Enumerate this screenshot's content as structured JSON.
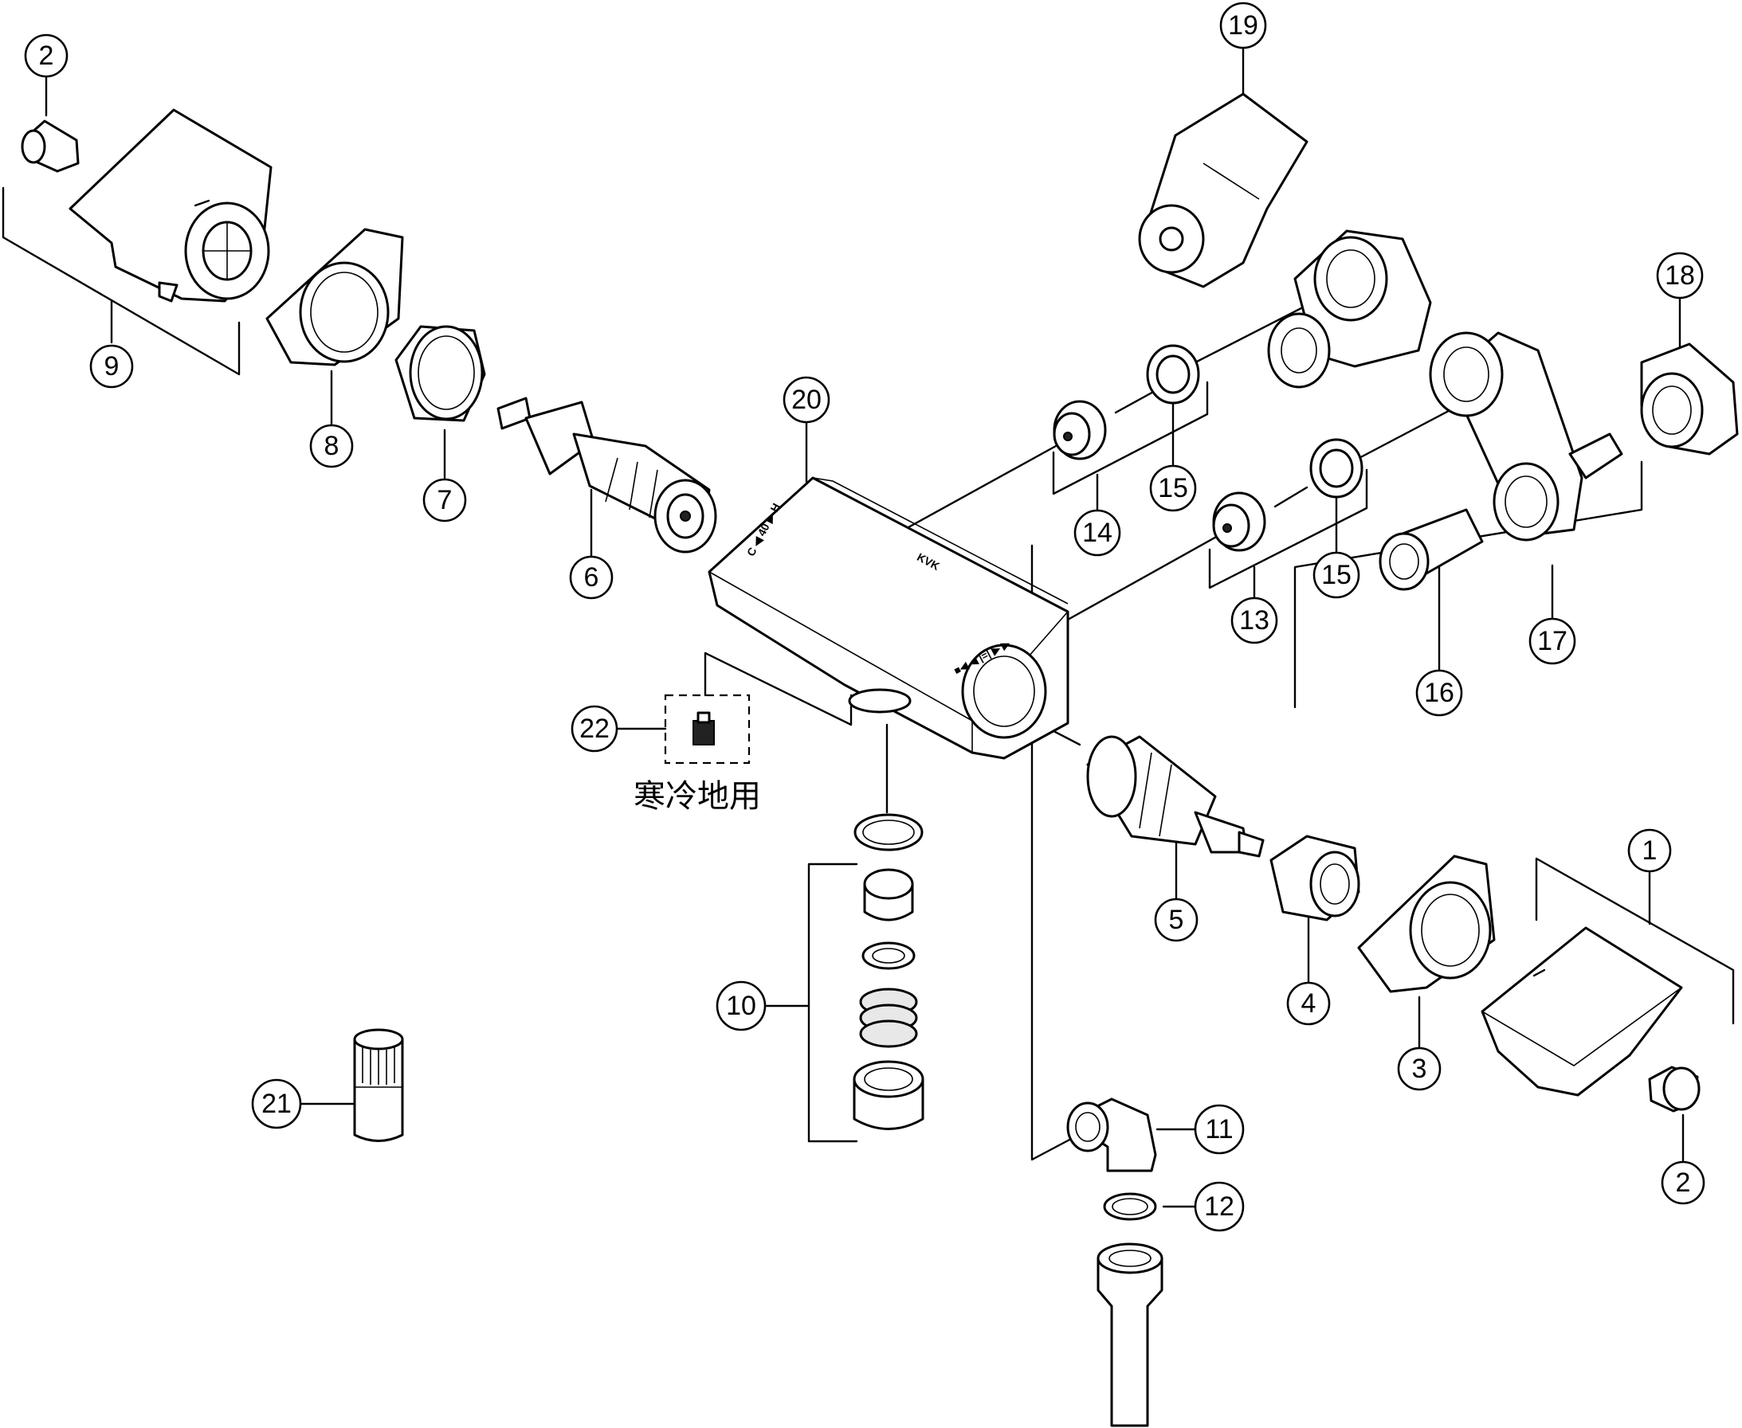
{
  "callouts": [
    {
      "id": "c2a",
      "label": "2"
    },
    {
      "id": "c9",
      "label": "9"
    },
    {
      "id": "c8",
      "label": "8"
    },
    {
      "id": "c7",
      "label": "7"
    },
    {
      "id": "c6",
      "label": "6"
    },
    {
      "id": "c20",
      "label": "20"
    },
    {
      "id": "c19",
      "label": "19"
    },
    {
      "id": "c18",
      "label": "18"
    },
    {
      "id": "c15a",
      "label": "15"
    },
    {
      "id": "c14",
      "label": "14"
    },
    {
      "id": "c15b",
      "label": "15"
    },
    {
      "id": "c13",
      "label": "13"
    },
    {
      "id": "c17",
      "label": "17"
    },
    {
      "id": "c16",
      "label": "16"
    },
    {
      "id": "c22",
      "label": "22"
    },
    {
      "id": "c5",
      "label": "5"
    },
    {
      "id": "c4",
      "label": "4"
    },
    {
      "id": "c3",
      "label": "3"
    },
    {
      "id": "c1",
      "label": "1"
    },
    {
      "id": "c2b",
      "label": "2"
    },
    {
      "id": "c10",
      "label": "10"
    },
    {
      "id": "c21",
      "label": "21"
    },
    {
      "id": "c11",
      "label": "11"
    },
    {
      "id": "c12",
      "label": "12"
    }
  ],
  "note": "寒冷地用",
  "body_markings": {
    "temp_scale": "C ◀ 40 ▶ H",
    "flow_scale": "■◀ ◀ |=| ▶ ▶",
    "brand": "KVK"
  }
}
